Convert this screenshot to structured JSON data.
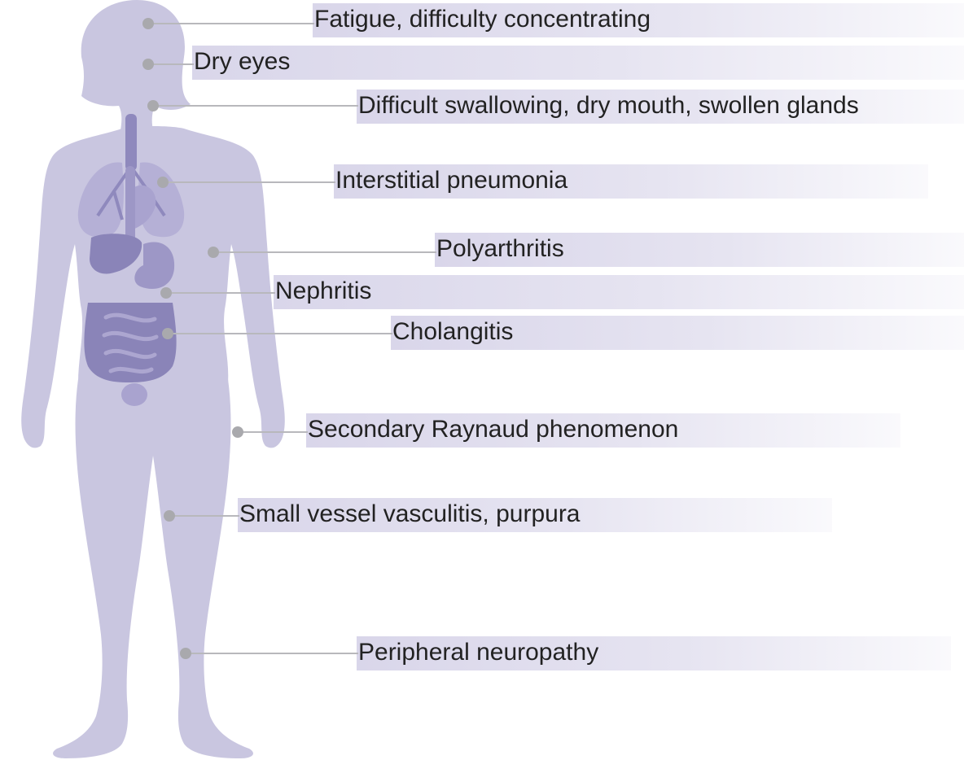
{
  "colors": {
    "silhouette": "#c9c6e0",
    "organs": "#9d97c6",
    "organs_dark": "#8a84b8",
    "leader": "#b8b8bc",
    "dot": "#a9a9ad",
    "label_bar": "#dcd9ec",
    "text": "#222222"
  },
  "figure": {
    "icon": "female-body-silhouette-icon"
  },
  "labels": [
    {
      "id": "fatigue",
      "text": "Fatigue, difficulty concentrating",
      "region": "head"
    },
    {
      "id": "dry-eyes",
      "text": "Dry eyes",
      "region": "eyes"
    },
    {
      "id": "swallowing",
      "text": "Difficult swallowing, dry mouth, swollen glands",
      "region": "mouth-neck"
    },
    {
      "id": "pneumonia",
      "text": "Interstitial pneumonia",
      "region": "lungs"
    },
    {
      "id": "polyarthritis",
      "text": "Polyarthritis",
      "region": "elbow"
    },
    {
      "id": "nephritis",
      "text": "Nephritis",
      "region": "kidney"
    },
    {
      "id": "cholangitis",
      "text": "Cholangitis",
      "region": "bile-duct"
    },
    {
      "id": "raynaud",
      "text": "Secondary Raynaud phenomenon",
      "region": "hand"
    },
    {
      "id": "vasculitis",
      "text": "Small vessel vasculitis, purpura",
      "region": "thigh"
    },
    {
      "id": "neuropathy",
      "text": "Peripheral neuropathy",
      "region": "lower-leg"
    }
  ]
}
